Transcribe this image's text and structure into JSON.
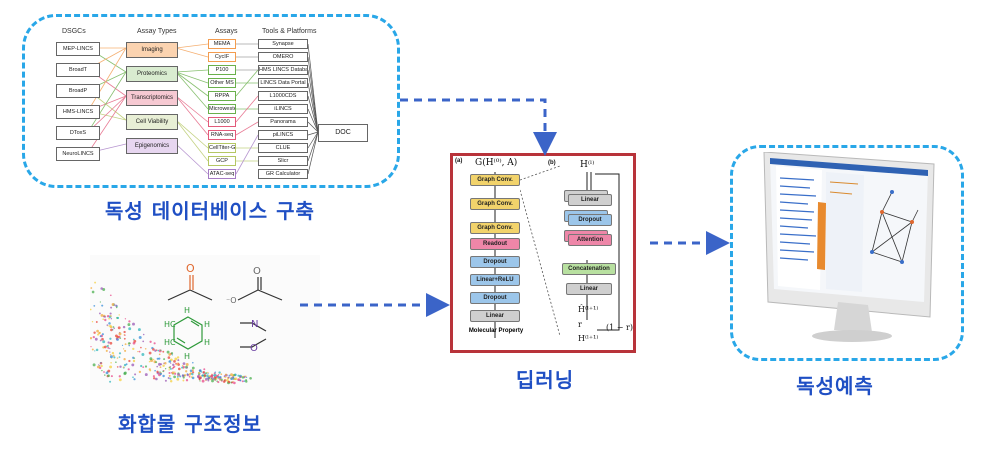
{
  "database": {
    "headers": {
      "dsgcs": "DSGCs",
      "assay_types": "Assay Types",
      "assays": "Assays",
      "tools": "Tools & Platforms"
    },
    "dsgcs": [
      "MEP-LINCS",
      "BroadT",
      "BroadP",
      "HMS-LINCS",
      "DToxS",
      "NeuroLINCS"
    ],
    "assay_types": [
      "Imaging",
      "Proteomics",
      "Transcriptomics",
      "Cell Viability",
      "Epigenomics"
    ],
    "assays": [
      "MEMA",
      "CycIF",
      "P100",
      "Other MS",
      "RPPA",
      "Microwestern",
      "L1000",
      "RNA-seq",
      "CellTiter-Glo",
      "GCP",
      "ATAC-seq"
    ],
    "tools": [
      "Synapse",
      "OMERO",
      "HMS LINCS Database",
      "LINCS Data Portal",
      "L1000CDS",
      "iLINCS",
      "Panorama",
      "piLINCS",
      "CLUE",
      "Slicr",
      "GR Calculator"
    ],
    "doc": "DOC",
    "colors": {
      "imaging": "#fbd3b0",
      "proteomics": "#d9ecd0",
      "transcriptomics": "#f6c9d2",
      "cell_viability": "#e8efd5",
      "epigenomics": "#e7d6f0"
    }
  },
  "captions": {
    "database": "독성 데이터베이스 구축",
    "compound": "화합물 구조정보",
    "deep_learning": "딥러닝",
    "prediction": "독성예측"
  },
  "network": {
    "panel_a": "(a)",
    "panel_b": "(b)",
    "input_label": "G(H⁽⁰⁾, A)",
    "layers_a": [
      "Graph Conv.",
      "Graph Conv.",
      "Graph Conv.",
      "Readout",
      "Dropout",
      "Linear+ReLU",
      "Dropout",
      "Linear"
    ],
    "output_label": "Molecular Property",
    "h_l": "H⁽ˡ⁾",
    "layers_b": [
      "Linear",
      "Dropout",
      "Attention",
      "Concatenation",
      "Linear"
    ],
    "h_hat": "Ĥ⁽ˡ⁺¹⁾",
    "r_label": "r",
    "one_minus_r": "(1 − r)",
    "h_next": "H⁽ˡ⁺¹⁾",
    "colors": {
      "graph_conv": "#f2d36b",
      "readout": "#ee86a8",
      "dropout": "#9cc6ea",
      "linear": "#cfcfcf",
      "attention": "#ee86a8",
      "concat": "#b8e0a0"
    }
  },
  "accent": {
    "arrow": "#3b64c8",
    "dash_border": "#29a7e8",
    "red_frame": "#b8333a",
    "caption": "#1f4fc4"
  }
}
